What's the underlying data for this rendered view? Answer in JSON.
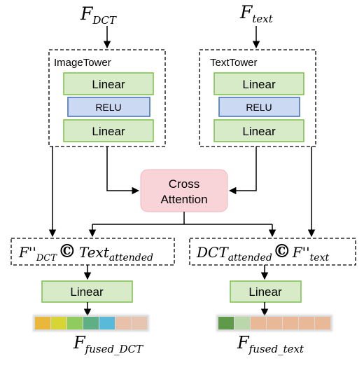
{
  "inputs": {
    "dct": {
      "main": "F",
      "sub": "DCT"
    },
    "text": {
      "main": "F",
      "sub": "text"
    }
  },
  "image_tower": {
    "title": "ImageTower",
    "layers": [
      "Linear",
      "RELU",
      "Linear"
    ]
  },
  "text_tower": {
    "title": "TextTower",
    "layers": [
      "Linear",
      "RELU",
      "Linear"
    ]
  },
  "cross_attention": {
    "line1": "Cross",
    "line2": "Attention"
  },
  "concat_left": {
    "a_main": "F''",
    "a_sub": "DCT",
    "op": "©",
    "b_main": "Text",
    "b_sub": "attended"
  },
  "concat_right": {
    "a_main": "DCT",
    "a_sub": "attended",
    "op": "©",
    "b_main": "F''",
    "b_sub": "text"
  },
  "fuse_left": {
    "layer": "Linear"
  },
  "fuse_right": {
    "layer": "Linear"
  },
  "outputs": {
    "dct": {
      "main": "F",
      "sub": "fused_DCT"
    },
    "text": {
      "main": "F",
      "sub": "fused_text"
    }
  },
  "colors": {
    "linear_fill": "#d8ebc8",
    "linear_stroke": "#7bbf4a",
    "relu_fill": "#ccd9f2",
    "relu_stroke": "#3f6fb5",
    "attention_fill": "#f8d3d8",
    "attention_stroke": "#f0b7bf",
    "arrow": "#000000",
    "dashed_border": "#000000",
    "vector_left": [
      "#e8b73c",
      "#d7d436",
      "#8fcb5f",
      "#5faf85",
      "#58b9d9",
      "#e9c1a8",
      "#e7c4b0"
    ],
    "vector_right": [
      "#5e9a4a",
      "#b9d7aa",
      "#e9b896",
      "#e9b896",
      "#e9b896",
      "#e9b896",
      "#e9b896"
    ]
  }
}
